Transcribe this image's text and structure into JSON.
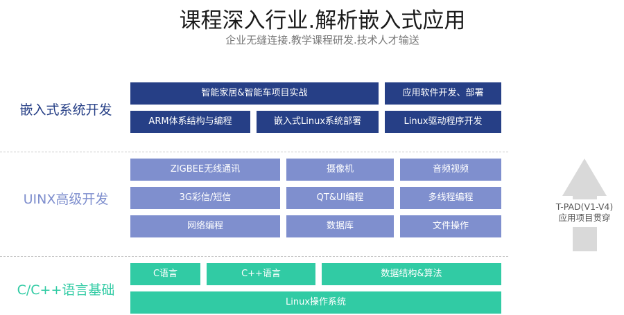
{
  "header": {
    "title": "课程深入行业.解析嵌入式应用",
    "subtitle": "企业无缝连接.教学课程研发.技术人才输送"
  },
  "colors": {
    "embedded": "#263f86",
    "uinx": "#7f8fce",
    "c_cpp": "#31cba4",
    "arrow": "#d9d9d9"
  },
  "sections": [
    {
      "label": "嵌入式系统开发",
      "label_color": "#263f86",
      "items": [
        "智能家居&智能车项目实战",
        "应用软件开发、部署",
        "ARM体系结构与编程",
        "嵌入式Linux系统部署",
        "Linux驱动程序开发"
      ]
    },
    {
      "label": "UINX高级开发",
      "label_color": "#7f8fce",
      "items": [
        "ZIGBEE无线通讯",
        "摄像机",
        "音频视频",
        "3G彩信/短信",
        "QT&UI编程",
        "多线程编程",
        "网络编程",
        "数据库",
        "文件操作"
      ]
    },
    {
      "label": "C/C++语言基础",
      "label_color": "#31cba4",
      "items": [
        "C语言",
        "C++语言",
        "数据结构&算法",
        "Linux操作系统"
      ]
    }
  ],
  "arrow": {
    "icon": "up-arrow-icon",
    "line1": "T-PAD(V1-V4)",
    "line2": "应用项目贯穿"
  }
}
